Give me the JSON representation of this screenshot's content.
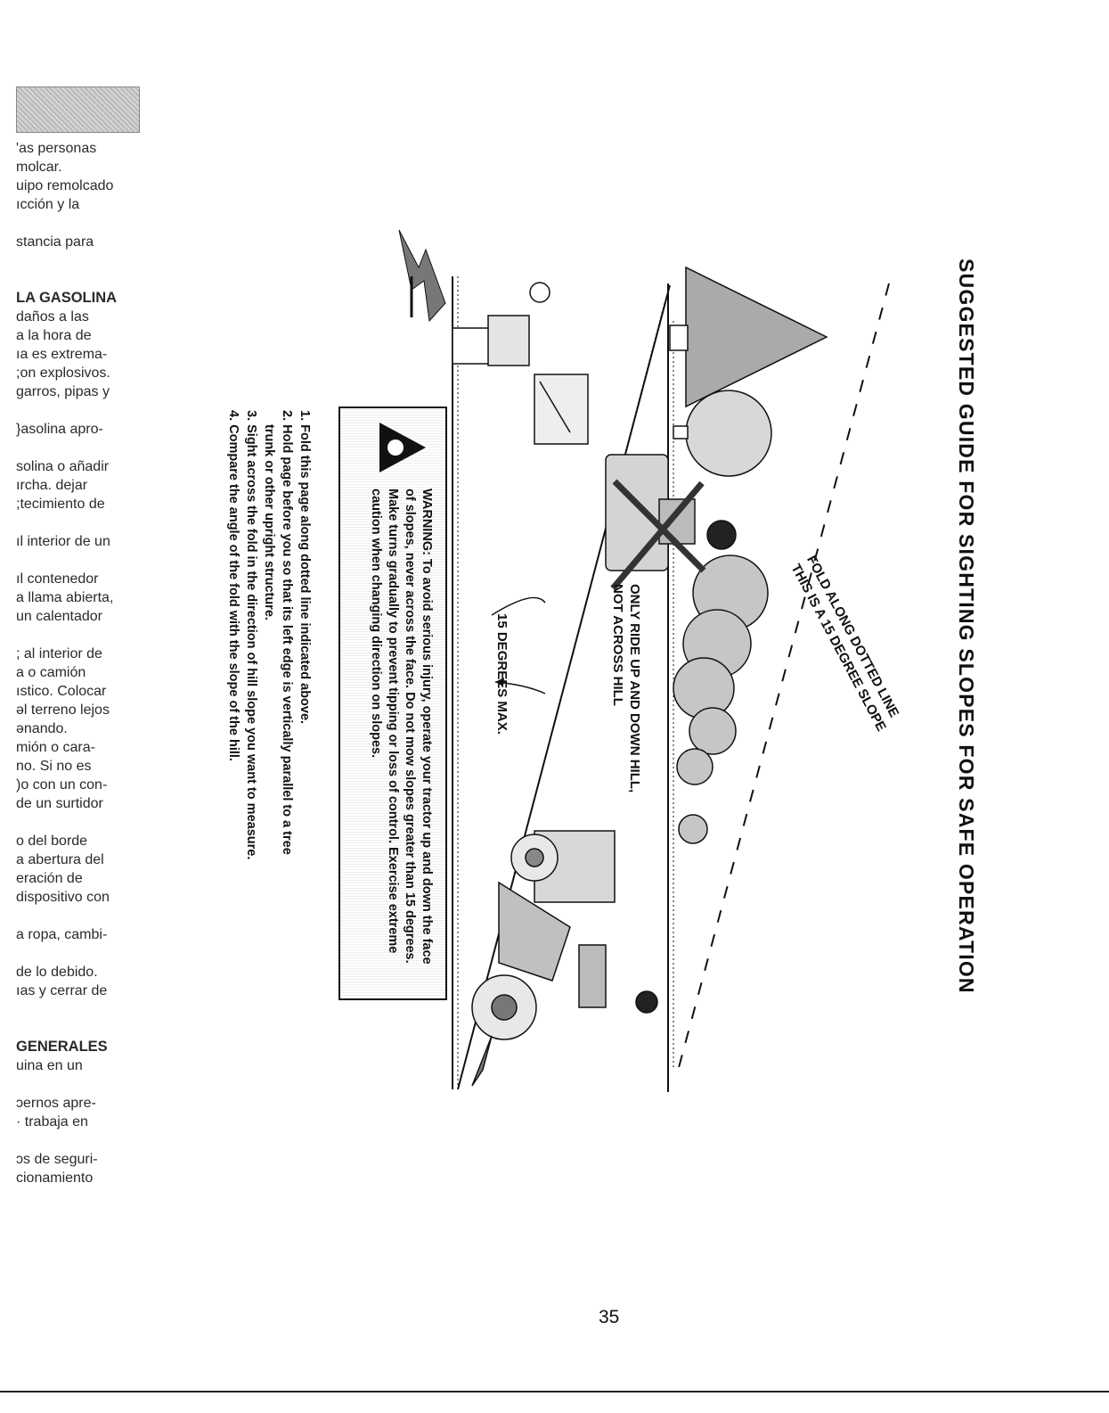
{
  "left_column": [
    "'as personas",
    "molcar.",
    "uipo remolcado",
    "ıcción y la",
    "",
    "stancia para",
    "",
    "",
    "LA GASOLINA",
    " daños a las",
    " a la hora de",
    "ıa es extrema-",
    ";on explosivos.",
    "garros, pipas y",
    "",
    "}asolina apro-",
    "",
    "solina o añadir",
    "ırcha. dejar",
    ";tecimiento de",
    "",
    "ıl interior de un",
    "",
    "ıl contenedor",
    "a llama abierta,",
    " un calentador",
    "",
    "; al interior de",
    "a o camión",
    "ıstico. Colocar",
    "əl terreno lejos",
    "ənando.",
    "mión o cara-",
    "no. Si no es",
    ")o con un con-",
    " de un surtidor",
    "",
    "o del borde",
    "a abertura del",
    "eración de",
    " dispositivo con",
    "",
    "a ropa, cambi-",
    "",
    "de lo debido.",
    "ıas y cerrar de",
    "",
    "",
    "GENERALES",
    "uina en un",
    "",
    "ɔernos apre-",
    "· trabaja en",
    "",
    "ɔs de seguri-",
    "cionamiento"
  ],
  "title": "SUGGESTED GUIDE FOR SIGHTING SLOPES FOR SAFE OPERATION",
  "warning_text": "WARNING: To avoid serious injury, operate your tractor up and down the face of slopes, never across the face. Do not mow slopes greater than 15 degrees. Make turns gradually to prevent tipping or loss of control. Exercise extreme caution when changing direction on slopes.",
  "steps": [
    "1. Fold this page along dotted line indicated above.",
    "2. Hold page before you so that its left edge is vertically parallel to a tree",
    "trunk or other upright structure.",
    "3. Sight across the fold in the direction of hill slope you want to measure.",
    "4. Compare the angle of the fold with the slope of the hill."
  ],
  "label_max": "15 DEGREES MAX.",
  "label_ride": [
    "ONLY RIDE UP AND DOWN HILL,",
    "NOT ACROSS HILL"
  ],
  "label_fold": [
    "FOLD ALONG DOTTED LINE",
    "THIS IS A 15 DEGREE SLOPE"
  ],
  "page_number": "35",
  "colors": {
    "ink": "#111111",
    "gray": "#a8a8a8"
  }
}
